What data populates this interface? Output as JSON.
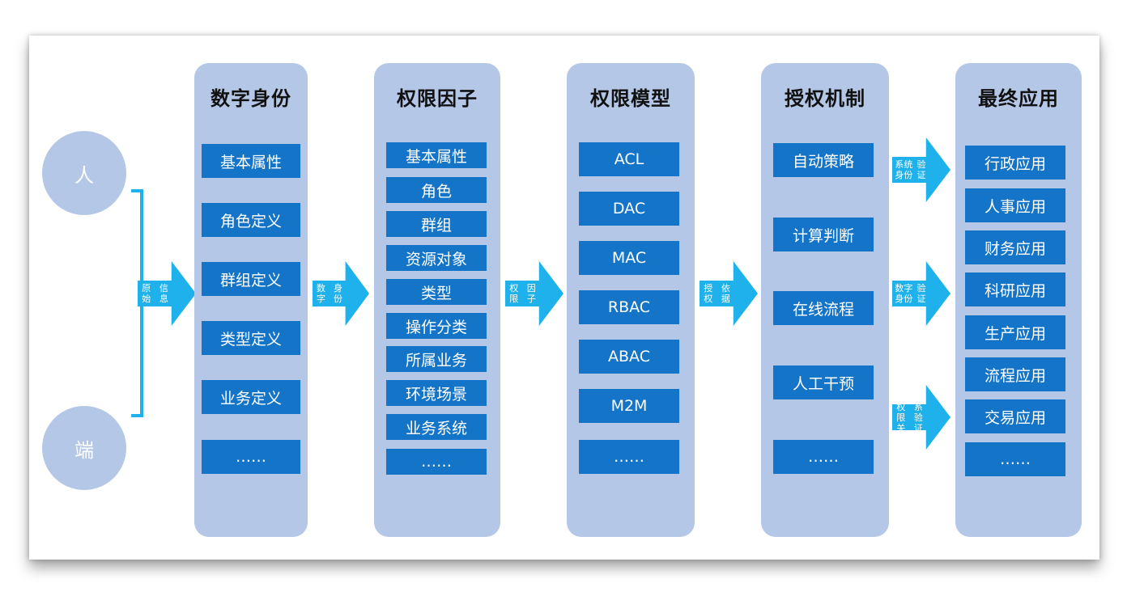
{
  "sources": [
    "人",
    "端"
  ],
  "arrows": [
    "原始信息",
    "数字身份",
    "权限因子",
    "授权依据",
    "系统身份验证",
    "数字身份验证",
    "权限关系验证"
  ],
  "columns": [
    {
      "title": "数字身份",
      "items": [
        "基本属性",
        "角色定义",
        "群组定义",
        "类型定义",
        "业务定义",
        "……"
      ]
    },
    {
      "title": "权限因子",
      "items": [
        "基本属性",
        "角色",
        "群组",
        "资源对象",
        "类型",
        "操作分类",
        "所属业务",
        "环境场景",
        "业务系统",
        "……"
      ]
    },
    {
      "title": "权限模型",
      "items": [
        "ACL",
        "DAC",
        "MAC",
        "RBAC",
        "ABAC",
        "M2M",
        "……"
      ]
    },
    {
      "title": "授权机制",
      "items": [
        "自动策略",
        "计算判断",
        "在线流程",
        "人工干预",
        "……"
      ]
    },
    {
      "title": "最终应用",
      "items": [
        "行政应用",
        "人事应用",
        "财务应用",
        "科研应用",
        "生产应用",
        "流程应用",
        "交易应用",
        "……"
      ]
    }
  ],
  "colors": {
    "column": "#b4c7e7",
    "box": "#1474c8",
    "arrow": "#1fb1ec",
    "bracket": "#1fb1ec"
  }
}
